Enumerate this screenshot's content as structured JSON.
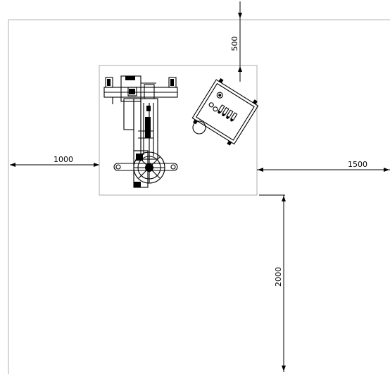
{
  "dimensions": {
    "top_clearance": "500",
    "left_clearance": "1000",
    "right_clearance": "1500",
    "front_clearance": "2000"
  },
  "colors": {
    "line": "#000000",
    "outline": "#9a9a9a",
    "background": "#ffffff"
  }
}
